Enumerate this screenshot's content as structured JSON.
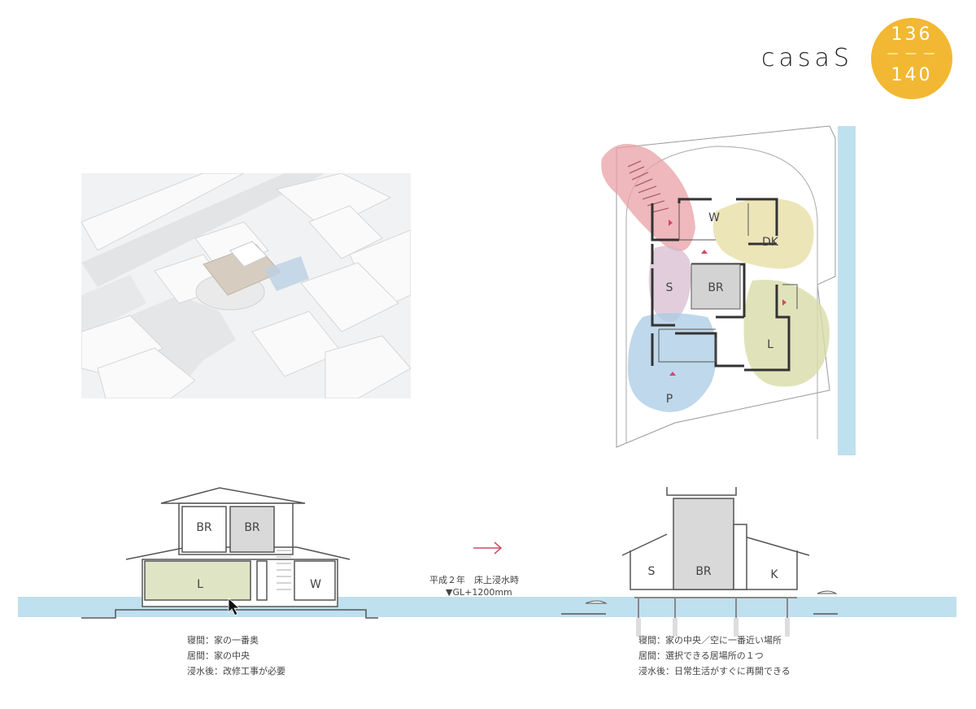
{
  "header": {
    "title": "casaS",
    "badge_top": "136",
    "badge_dash": "— — —",
    "badge_bottom": "140"
  },
  "plan": {
    "rooms": [
      {
        "key": "W",
        "label": "W"
      },
      {
        "key": "DK",
        "label": "DK"
      },
      {
        "key": "S",
        "label": "S"
      },
      {
        "key": "BR",
        "label": "BR"
      },
      {
        "key": "L",
        "label": "L"
      },
      {
        "key": "P",
        "label": "P"
      }
    ]
  },
  "section_left": {
    "rooms": [
      "BR",
      "BR",
      "L",
      "W"
    ],
    "notes": [
      "寝間：家の一番奥",
      "居間：家の中央",
      "浸水後：改修工事が必要"
    ]
  },
  "section_right": {
    "rooms": [
      "S",
      "BR",
      "K"
    ],
    "notes": [
      "寝間：家の中央／空に一番近い場所",
      "居間：選択できる居場所の１つ",
      "浸水後：日常生活がすぐに再開できる"
    ]
  },
  "flood": {
    "line1": "平成２年　床上浸水時",
    "line2": "▼GL+1200mm"
  },
  "colors": {
    "badge": "#f2b833",
    "water": "#bfe0ef",
    "zone_red": "#e8a0a6",
    "zone_yellow": "#e6dca0",
    "zone_blue": "#a9cbe6",
    "zone_green": "#d8dca8",
    "arrow": "#d04a64"
  }
}
